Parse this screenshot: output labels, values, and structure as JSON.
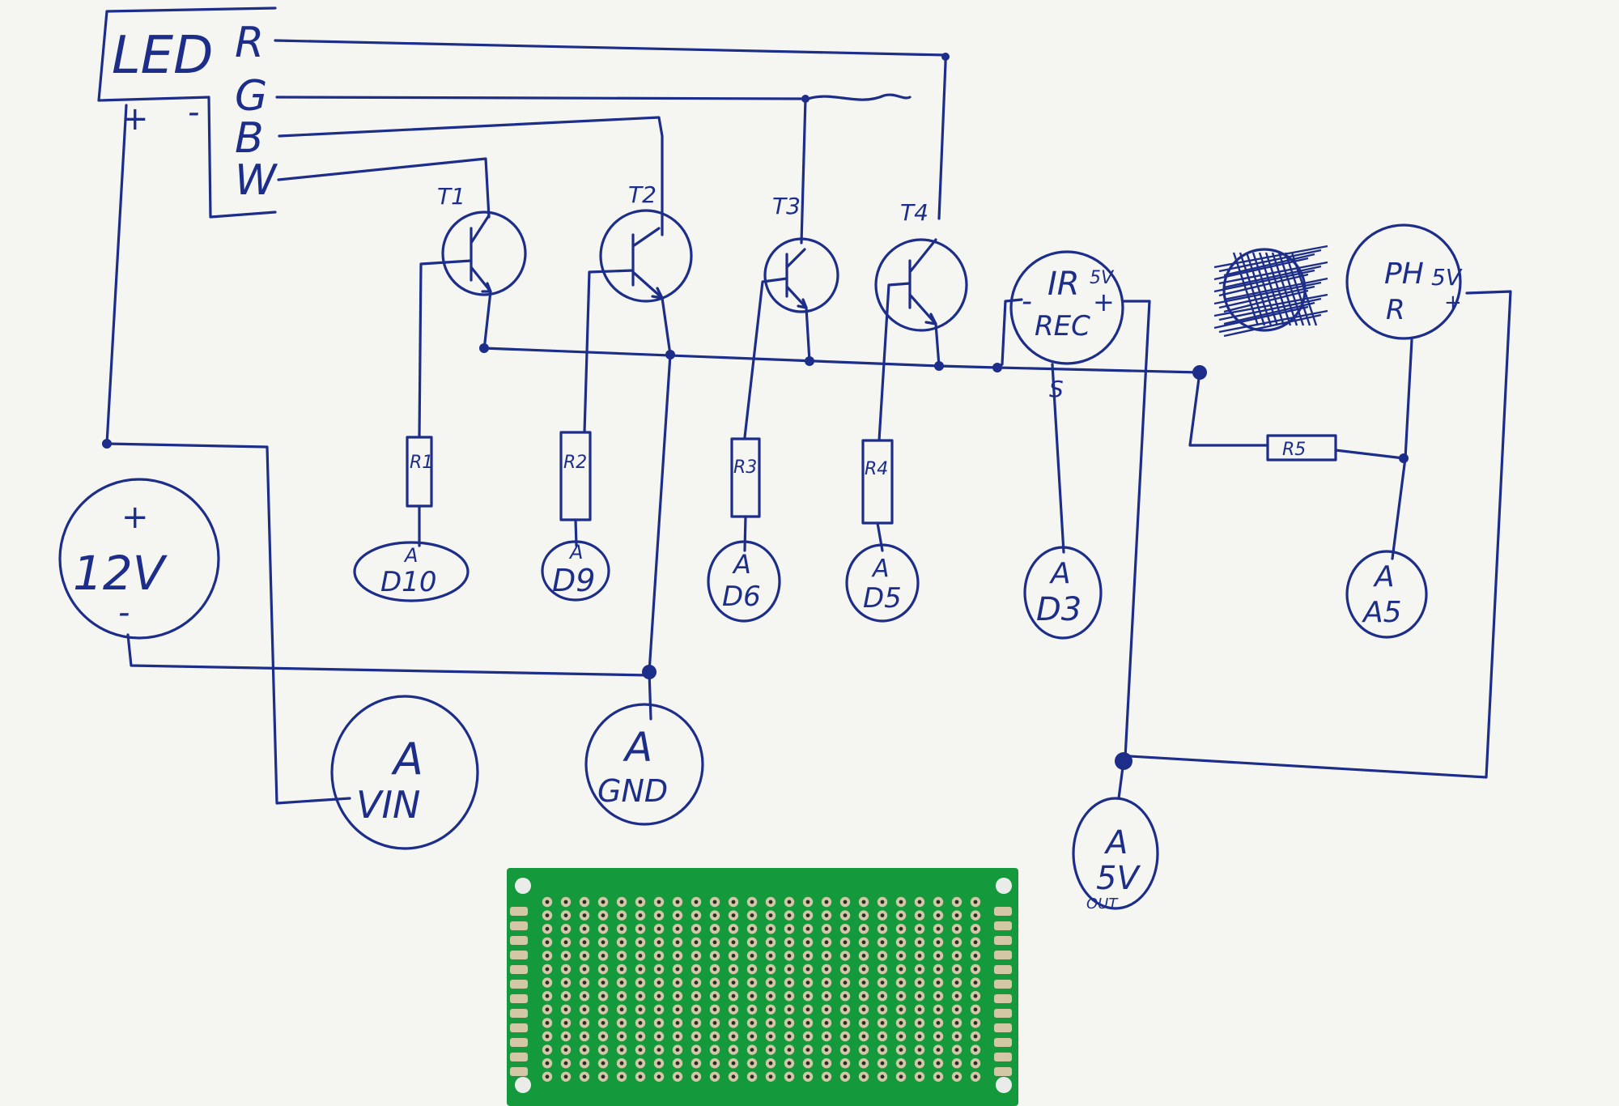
{
  "colors": {
    "paper": "#f5f6f2",
    "ink": "#1d2d8a",
    "pcb_board": "#149a3c",
    "pcb_pad": "#d2c8a6",
    "pcb_hole": "#2a2a2a"
  },
  "led": {
    "label": "LED",
    "plus": "+",
    "minus": "-",
    "pins": [
      "R",
      "G",
      "B",
      "W"
    ]
  },
  "transistors": [
    "T1",
    "T2",
    "T3",
    "T4"
  ],
  "resistors": [
    "R1",
    "R2",
    "R3",
    "R4",
    "R5"
  ],
  "supply": {
    "plus": "+",
    "label": "12V",
    "minus": "-"
  },
  "ir_receiver": {
    "minus": "-",
    "label_top": "IR",
    "label_bottom": "REC",
    "volt": "5V",
    "plus": "+",
    "signal": "S"
  },
  "photoresistor": {
    "label_top": "PH",
    "label_bottom": "R",
    "volt": "5V",
    "plus": "+"
  },
  "arduino_pins": [
    {
      "prefix": "A",
      "pin": "D10"
    },
    {
      "prefix": "A",
      "pin": "D9"
    },
    {
      "prefix": "A",
      "pin": "D6"
    },
    {
      "prefix": "A",
      "pin": "D5"
    },
    {
      "prefix": "A",
      "pin": "D3"
    },
    {
      "prefix": "A",
      "pin": "A5"
    }
  ],
  "power_pins": {
    "vin": {
      "prefix": "A",
      "pin": "VIN"
    },
    "gnd": {
      "prefix": "A",
      "pin": "GND"
    },
    "out5v": {
      "prefix": "A",
      "pin": "5V",
      "sub": "OUT"
    }
  }
}
